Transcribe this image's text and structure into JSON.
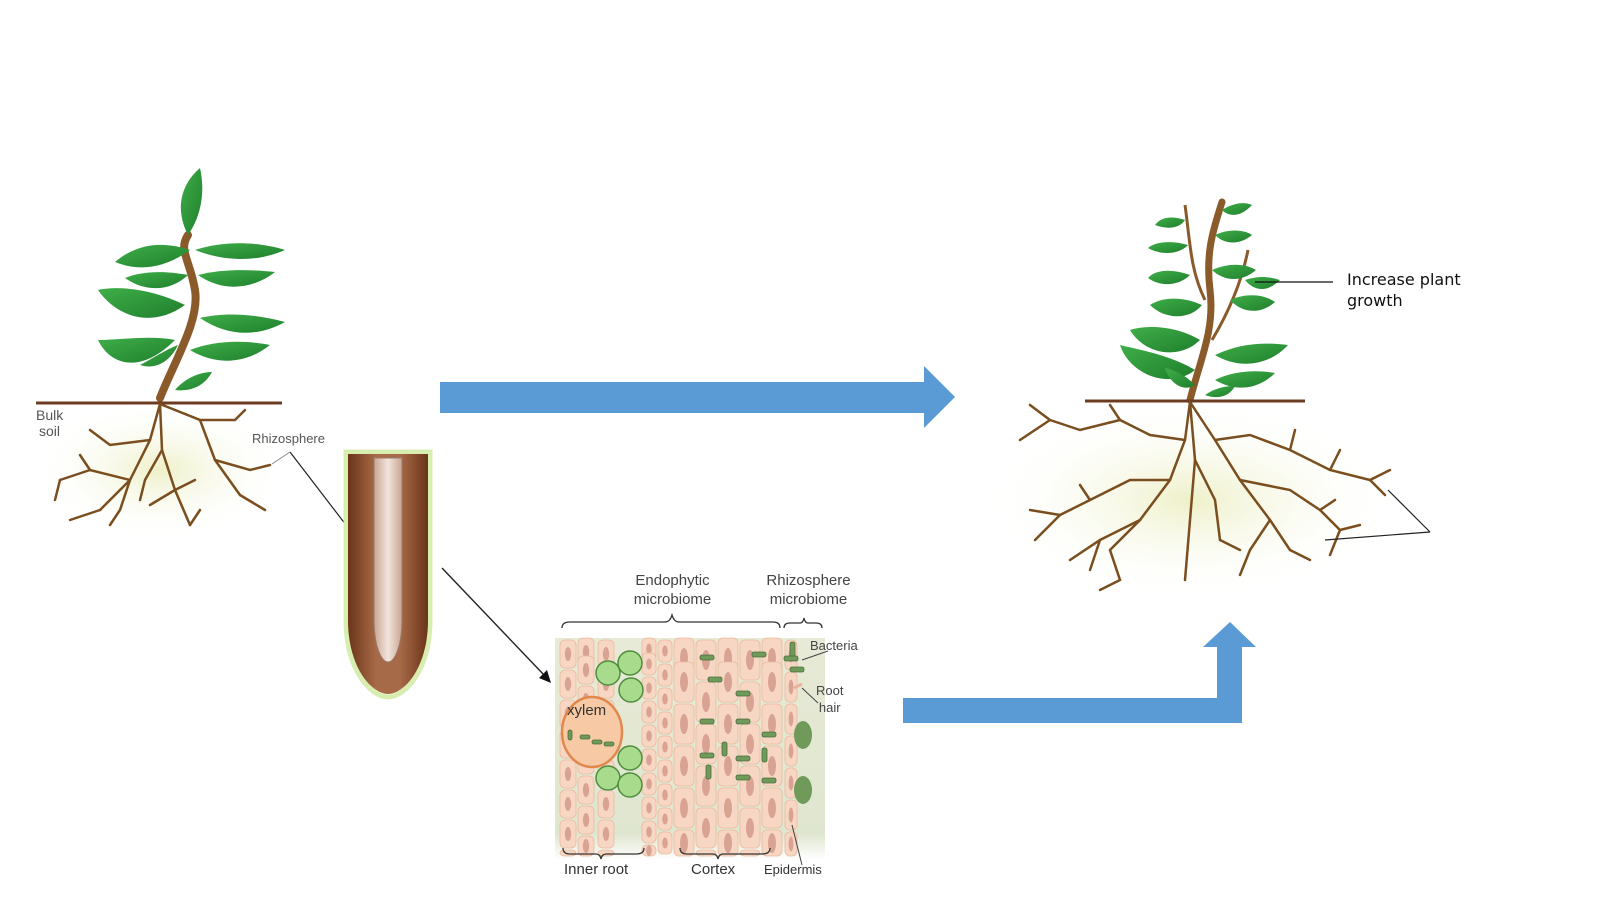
{
  "left_plant": {
    "labels": {
      "bulk_soil_line1": "Bulk",
      "bulk_soil_line2": "soil",
      "rhizosphere": "Rhizosphere"
    }
  },
  "root_section": {
    "labels": {
      "endophytic_line1": "Endophytic",
      "endophytic_line2": "microbiome",
      "rhizosphere_line1": "Rhizosphere",
      "rhizosphere_line2": "microbiome",
      "bacteria": "Bacteria",
      "root_hair_line1": "Root",
      "root_hair_line2": "hair",
      "xylem": "xylem",
      "inner_root": "Inner root",
      "cortex": "Cortex",
      "epidermis": "Epidermis"
    }
  },
  "right_plant": {
    "labels": {
      "increase_line1": "Increase plant",
      "increase_line2": "growth"
    }
  },
  "colors": {
    "arrow_blue": "#5b9bd5",
    "leaf_green": "#2e9a3a",
    "stem_brown": "#8b5a2b",
    "root_brown": "#7a4e1e",
    "soil_line": "#6b3b22",
    "cell_fill": "#f7d7c4",
    "nucleus": "#d9a394",
    "bacteria_green": "#6f9a5a",
    "big_cell_green": "#a8dc8c"
  }
}
